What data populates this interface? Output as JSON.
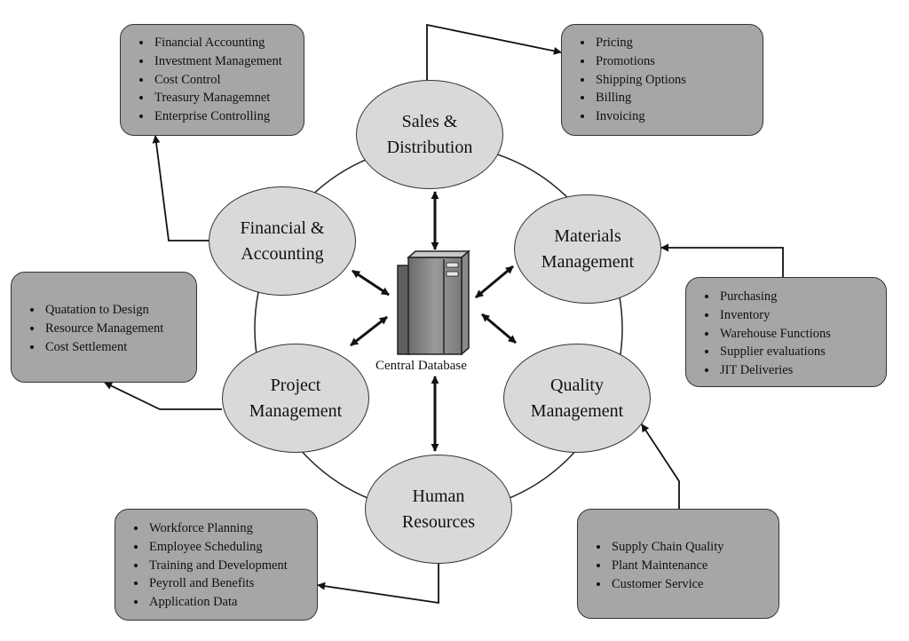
{
  "modules": {
    "sales": [
      "Sales &",
      "Distribution"
    ],
    "financial": [
      "Financial &",
      "Accounting"
    ],
    "materials": [
      "Materials",
      "Management"
    ],
    "project": [
      "Project",
      "Management"
    ],
    "quality": [
      "Quality",
      "Management"
    ],
    "hr": [
      "Human",
      "Resources"
    ]
  },
  "central_database_label": "Central Database",
  "boxes": {
    "financial": [
      "Financial Accounting",
      "Investment Management",
      "Cost Control",
      "Treasury Managemnet",
      "Enterprise Controlling"
    ],
    "sales": [
      "Pricing",
      "Promotions",
      "Shipping Options",
      "Billing",
      "Invoicing"
    ],
    "materials": [
      "Purchasing",
      "Inventory",
      "Warehouse Functions",
      "Supplier evaluations",
      "JIT Deliveries"
    ],
    "project": [
      "Quatation to Design",
      "Resource Management",
      "Cost Settlement"
    ],
    "hr": [
      "Workforce Planning",
      "Employee Scheduling",
      "Training and Development",
      "Peyroll and Benefits",
      "Application Data"
    ],
    "quality": [
      "Supply Chain Quality",
      "Plant Maintenance",
      "Customer Service"
    ]
  },
  "colors": {
    "box_fill": "#a6a6a6",
    "node_fill": "#d9d9d9",
    "stroke": "#111111"
  }
}
